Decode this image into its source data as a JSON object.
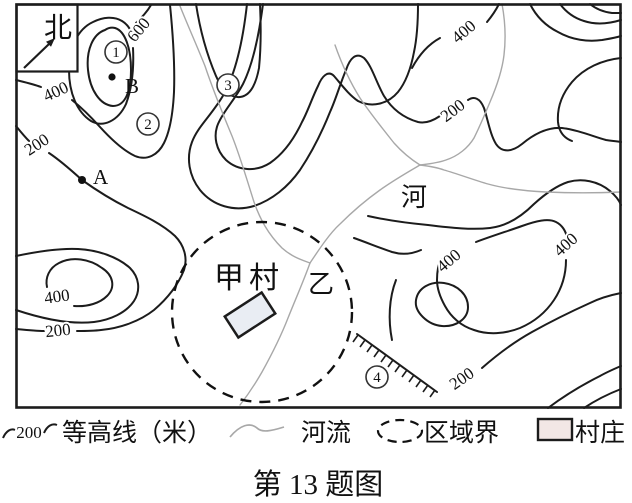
{
  "figure": {
    "caption": "第 13 题图"
  },
  "map": {
    "north_label": "北",
    "values": {
      "v600": "600",
      "v400": "400",
      "v200": "200"
    },
    "points": {
      "A": "A",
      "B": "B"
    },
    "markers": {
      "m1": "1",
      "m2": "2",
      "m3": "3",
      "m4": "4"
    },
    "village_name": "甲村",
    "label_yi": "乙",
    "label_he": "河"
  },
  "legend": {
    "contour": {
      "sample_value": "200",
      "label": "等高线（米）"
    },
    "river": {
      "label": "河流"
    },
    "boundary": {
      "label": "区域界"
    },
    "village": {
      "label": "村庄"
    }
  },
  "colors": {
    "contour": "#1c1c1c",
    "river": "#a8a8a8",
    "boundary": "#111111",
    "village_fill_map": "#e9edf3",
    "village_fill_legend": "#f2e7e5"
  }
}
